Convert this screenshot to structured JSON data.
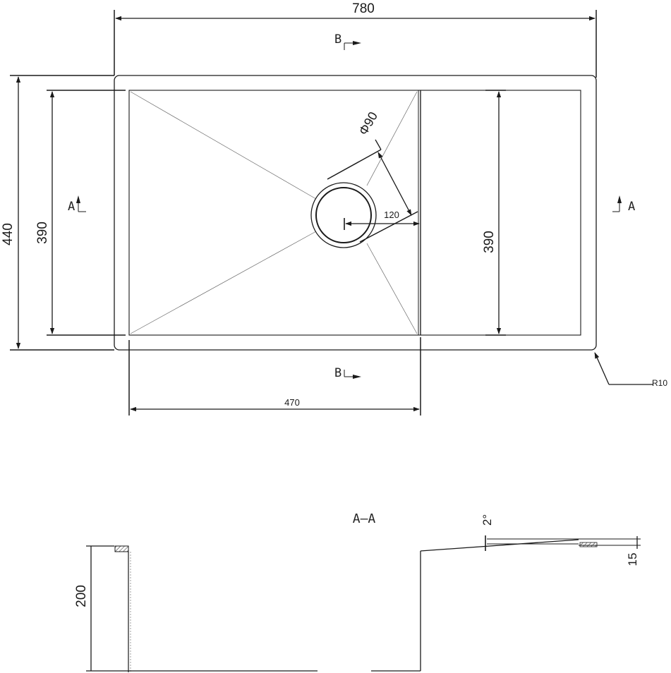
{
  "colors": {
    "ink": "#1a1a1a",
    "thin_line": "#555555",
    "background": "#ffffff"
  },
  "dimensions": {
    "overall_width": "780",
    "overall_height": "440",
    "bowl_height_left": "390",
    "bowl_height_right": "390",
    "bowl_width": "470",
    "drain_offset": "120",
    "drain_diameter": "Φ90",
    "corner_radius": "R10",
    "section_depth": "200",
    "rim_thickness": "15",
    "slope_angle": "2°"
  },
  "section_markers": {
    "b_top": "B",
    "b_bottom": "B",
    "a_left": "A",
    "a_right": "A"
  },
  "section_title": "A–A"
}
